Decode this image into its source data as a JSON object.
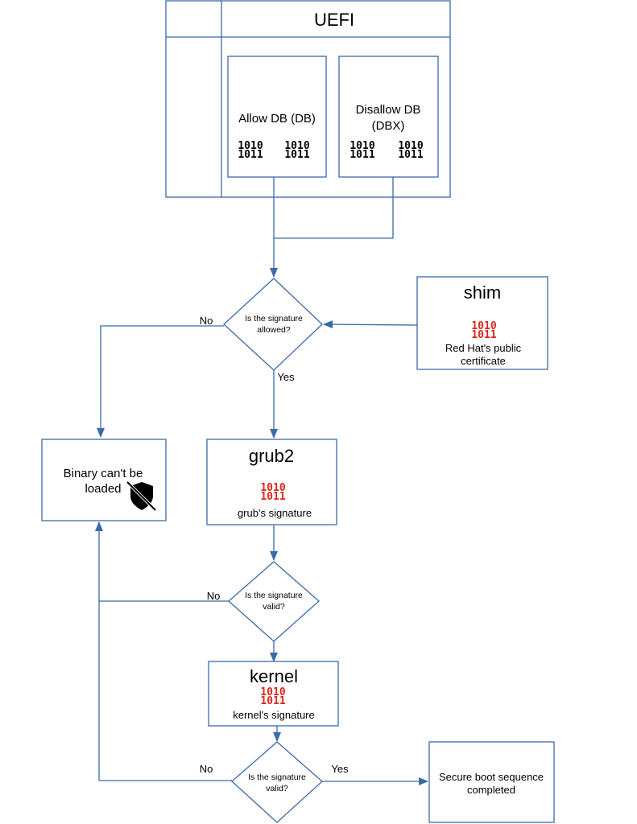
{
  "uefi": {
    "title": "UEFI",
    "allow_db": {
      "label": "Allow DB (DB)",
      "binary": [
        "1010",
        "1011"
      ]
    },
    "disallow_db": {
      "label_line1": "Disallow DB",
      "label_line2": "(DBX)",
      "binary": [
        "1010",
        "1011"
      ]
    }
  },
  "shim": {
    "title": "shim",
    "binary": [
      "1010",
      "1011"
    ],
    "caption_line1": "Red Hat's public",
    "caption_line2": "certificate"
  },
  "decision1": {
    "line1": "Is the signature",
    "line2": "allowed?",
    "no": "No",
    "yes": "Yes"
  },
  "blocked": {
    "line1": "Binary can't be",
    "line2": "loaded"
  },
  "grub2": {
    "title": "grub2",
    "binary": [
      "1010",
      "1011"
    ],
    "caption": "grub's signature"
  },
  "decision2": {
    "line1": "Is the signature",
    "line2": "valid?",
    "no": "No"
  },
  "kernel": {
    "title": "kernel",
    "binary": [
      "1010",
      "1011"
    ],
    "caption": "kernel's signature"
  },
  "decision3": {
    "line1": "Is the signature",
    "line2": "valid?",
    "no": "No",
    "yes": "Yes"
  },
  "complete": {
    "line1": "Secure boot sequence",
    "line2": "completed"
  },
  "colors": {
    "line": "#3a6aa8",
    "box": "#3a6aa8",
    "binary_black": "#000000",
    "binary_red": "#d9261c"
  }
}
